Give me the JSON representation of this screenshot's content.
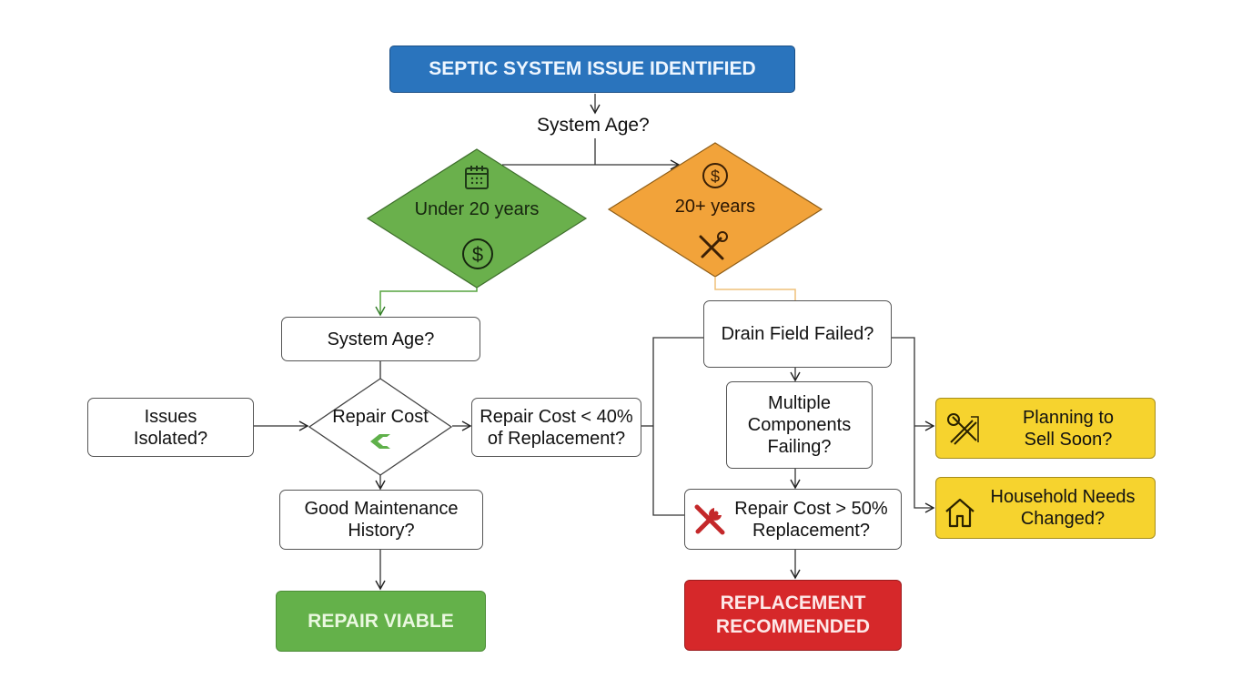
{
  "diagram": {
    "title": "SEPTIC SYSTEM ISSUE IDENTIFIED",
    "top_question": "System Age?",
    "branch_under": {
      "label": "Under 20 years",
      "icons": [
        "calendar-icon",
        "dollar-icon"
      ],
      "color": "#6ab04c"
    },
    "branch_over": {
      "label": "20+ years",
      "icons": [
        "dollar-icon",
        "tools-icon"
      ],
      "color": "#f2a33a"
    },
    "left": {
      "system_age": "System Age?",
      "issues_isolated_line1": "Issues",
      "issues_isolated_line2": "Isolated?",
      "repair_cost_diamond": "Repair Cost",
      "repair_cost_40_line1": "Repair Cost < 40%",
      "repair_cost_40_line2": "of Replacement?",
      "maintenance_line1": "Good Maintenance",
      "maintenance_line2": "History?",
      "outcome": "REPAIR VIABLE"
    },
    "right": {
      "drain_field": "Drain Field Failed?",
      "multiple_line1": "Multiple",
      "multiple_line2": "Components",
      "multiple_line3": "Failing?",
      "repair_cost_50_line1": "Repair Cost > 50%",
      "repair_cost_50_line2": "Replacement?",
      "outcome_line1": "REPLACEMENT",
      "outcome_line2": "RECOMMENDED",
      "planning_line1": "Planning to",
      "planning_line2": "Sell Soon?",
      "household_line1": "Household Needs",
      "household_line2": "Changed?"
    },
    "colors": {
      "title_blue": "#2a74bd",
      "green": "#64b14a",
      "orange": "#f2a33a",
      "red": "#d6282a",
      "yellow": "#f6d32e"
    }
  }
}
